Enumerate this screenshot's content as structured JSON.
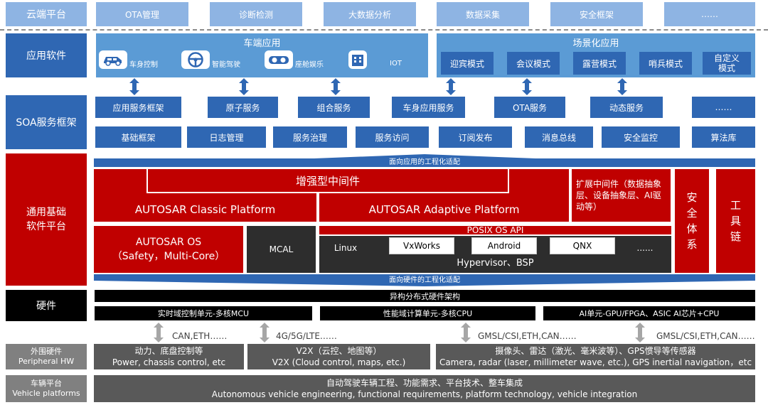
{
  "cloud": {
    "label": "云端平台",
    "items": [
      "OTA管理",
      "诊断检测",
      "大数据分析",
      "数据采集",
      "安全框架",
      "……"
    ]
  },
  "app_software": {
    "label": "应用软件",
    "vehicle_apps": {
      "title": "车端应用",
      "items": [
        {
          "label": "车身控制",
          "icon": "car-icon"
        },
        {
          "label": "智能驾驶",
          "icon": "steering-wheel-icon"
        },
        {
          "label": "座舱娱乐",
          "icon": "vr-headset-icon"
        },
        {
          "label": "IOT",
          "icon": "building-icon"
        }
      ]
    },
    "scenario_apps": {
      "title": "场景化应用",
      "items": [
        "迎宾模式",
        "会议模式",
        "露营模式",
        "哨兵模式",
        "自定义\n模式"
      ]
    }
  },
  "soa": {
    "label": "SOA服务框架",
    "row1": [
      "应用服务框架",
      "原子服务",
      "组合服务",
      "车身应用服务",
      "OTA服务",
      "动态服务",
      "……"
    ],
    "row2": [
      "基础框架",
      "日志管理",
      "服务治理",
      "服务访问",
      "订阅发布",
      "消息总线",
      "安全监控",
      "算法库"
    ]
  },
  "base_platform": {
    "label": "通用基础\n软件平台",
    "app_adapt": "面向应用的工程化适配",
    "enhanced_middleware": "增强型中间件",
    "classic": "AUTOSAR Classic Platform",
    "adaptive": "AUTOSAR Adaptive Platform",
    "extended_middleware": "扩展中间件（数据抽象层、设备抽象层、AI驱动等）",
    "safety_system": "安全体系",
    "toolchain": "工具链",
    "autosar_os": "AUTOSAR OS",
    "autosar_os_sub": "（Safety，Multi-Core）",
    "mcal": "MCAL",
    "posix": "POSIX OS API",
    "os_items": [
      "Linux",
      "VxWorks",
      "Android",
      "QNX",
      "......"
    ],
    "hypervisor": "Hypervisor、BSP",
    "hw_adapt": "面向硬件的工程化适配"
  },
  "hardware": {
    "label": "硬件",
    "arch": "异构分布式硬件架构",
    "units": [
      "实时域控制单元-多核MCU",
      "性能域计算单元-多核CPU",
      "AI单元-GPU/FPGA、ASIC AI芯片+CPU"
    ]
  },
  "links": [
    "CAN,ETH……",
    "4G/5G/LTE……",
    "GMSL/CSI,ETH,CAN……",
    "GMSL/CSI,ETH,CAN……"
  ],
  "peripheral": {
    "label": "外围硬件",
    "label_en": "Peripheral HW",
    "items": [
      {
        "cn": "动力、底盘控制等",
        "en": "Power, chassis control, etc"
      },
      {
        "cn": "V2X（云控、地图等）",
        "en": "V2X (Cloud control, maps, etc.)"
      },
      {
        "cn": "摄像头、雷达（激光、毫米波等）、GPS惯导等传感器",
        "en": "Camera, radar (laser, millimeter wave, etc.), GPS inertial navigation，etc"
      }
    ]
  },
  "vehicle": {
    "label": "车辆平台",
    "label_en": "Vehicle platforms",
    "cn": "自动驾驶车辆工程、功能需求、平台技术、整车集成",
    "en": "Autonomous vehicle engineering, functional requirements, platform technology, vehicle integration"
  },
  "colors": {
    "light_blue": "#8eb4e3",
    "blue": "#2f67b3",
    "red": "#c00000",
    "dark": "#2d2d2d",
    "gray": "#595959",
    "arrow": "#a6a6a6"
  }
}
